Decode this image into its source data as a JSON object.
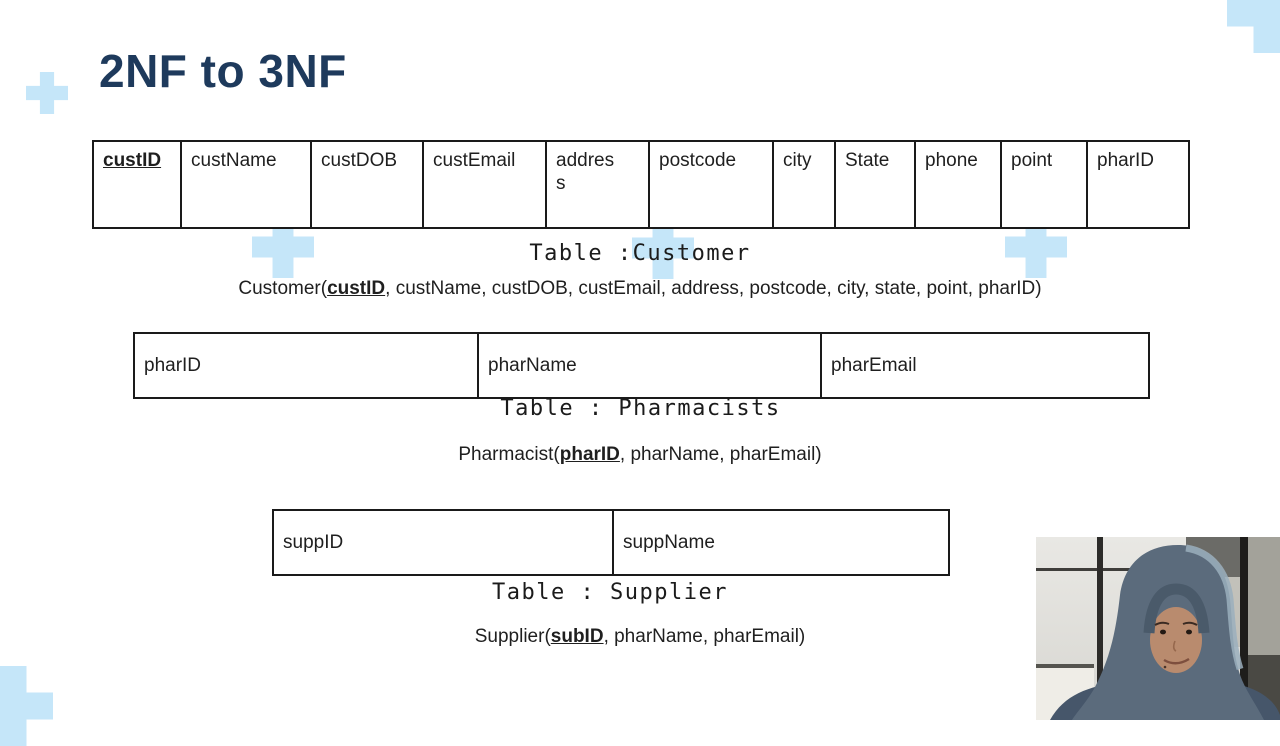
{
  "title": "2NF to 3NF",
  "colors": {
    "title_navy": "#1e3a5c",
    "plus_blue": "#c5e6f9",
    "table_border": "#1a1a1a",
    "text_dark": "#202124"
  },
  "customer": {
    "caption": "Table :Customer",
    "columns": [
      "custID",
      "custName",
      "custDOB",
      "custEmail",
      "address",
      "postcode",
      "city",
      "State",
      "phone",
      "point",
      "pharID"
    ],
    "schema_before": "Customer(",
    "schema_key": "custID",
    "schema_after": ", custName, custDOB, custEmail, address, postcode, city, state, point, pharID)"
  },
  "pharmacists": {
    "caption": "Table : Pharmacists",
    "columns": [
      "pharID",
      "pharName",
      "pharEmail"
    ],
    "schema_before": "Pharmacist(",
    "schema_key": "pharID",
    "schema_after": ", pharName, pharEmail)"
  },
  "supplier": {
    "caption": "Table : Supplier",
    "columns": [
      "suppID",
      "suppName"
    ],
    "schema_before": "Supplier(",
    "schema_key": "subID",
    "schema_after": ", pharName, pharEmail)"
  },
  "webcam": {
    "description": "presenter webcam video"
  }
}
